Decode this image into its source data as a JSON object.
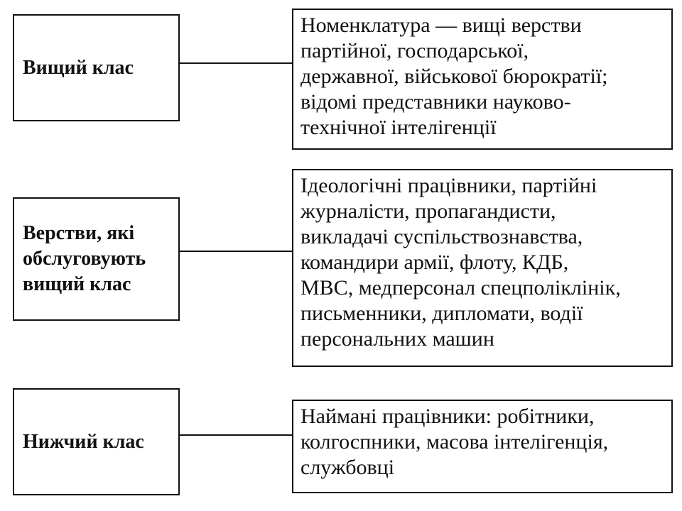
{
  "rows": [
    {
      "category": [
        "Вищий клас"
      ],
      "description": [
        "Номенклатура — вищі верстви",
        "партійної, господарської,",
        "державної, військової бюрократії;",
        "відомі представники науково-",
        "технічної інтелігенції"
      ]
    },
    {
      "category": [
        "Верстви, які",
        "обслуговують",
        "вищий клас"
      ],
      "description": [
        "Ідеологічні працівники, партійні",
        "журналісти, пропагандисти,",
        "викладачі суспільствознавства,",
        "командири армії, флоту, КДБ,",
        "МВС, медперсонал спецполіклінік,",
        "письменники, дипломати, водії",
        "персональних машин"
      ]
    },
    {
      "category": [
        "Нижчий клас"
      ],
      "description": [
        "Наймані працівники: робітники,",
        "колгоспники, масова інтелігенція,",
        "службовці"
      ]
    }
  ]
}
